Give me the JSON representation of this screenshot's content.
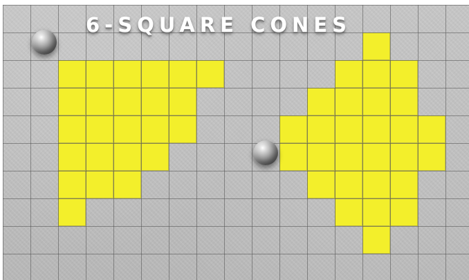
{
  "title": "6-SQUARE CONES",
  "board": {
    "columns": 17,
    "rows": 10,
    "colors": {
      "background": "#c0c0c0",
      "grid": "#555555",
      "highlight": "#f3ef2b",
      "piece": "#8a8a8a"
    },
    "left_cone_cells": [
      [
        2,
        2
      ],
      [
        3,
        2
      ],
      [
        4,
        2
      ],
      [
        5,
        2
      ],
      [
        6,
        2
      ],
      [
        7,
        2
      ],
      [
        2,
        3
      ],
      [
        3,
        3
      ],
      [
        4,
        3
      ],
      [
        5,
        3
      ],
      [
        6,
        3
      ],
      [
        2,
        4
      ],
      [
        3,
        4
      ],
      [
        4,
        4
      ],
      [
        5,
        4
      ],
      [
        6,
        4
      ],
      [
        2,
        5
      ],
      [
        3,
        5
      ],
      [
        4,
        5
      ],
      [
        5,
        5
      ],
      [
        2,
        6
      ],
      [
        3,
        6
      ],
      [
        4,
        6
      ],
      [
        2,
        7
      ]
    ],
    "right_cone_cells": [
      [
        13,
        1
      ],
      [
        12,
        2
      ],
      [
        13,
        2
      ],
      [
        14,
        2
      ],
      [
        11,
        3
      ],
      [
        12,
        3
      ],
      [
        13,
        3
      ],
      [
        14,
        3
      ],
      [
        10,
        4
      ],
      [
        11,
        4
      ],
      [
        12,
        4
      ],
      [
        13,
        4
      ],
      [
        14,
        4
      ],
      [
        15,
        4
      ],
      [
        10,
        5
      ],
      [
        11,
        5
      ],
      [
        12,
        5
      ],
      [
        13,
        5
      ],
      [
        14,
        5
      ],
      [
        15,
        5
      ],
      [
        11,
        6
      ],
      [
        12,
        6
      ],
      [
        13,
        6
      ],
      [
        14,
        6
      ],
      [
        12,
        7
      ],
      [
        13,
        7
      ],
      [
        14,
        7
      ],
      [
        13,
        8
      ]
    ],
    "pieces": [
      {
        "name": "ball-top-left",
        "col": 1,
        "row": 1
      },
      {
        "name": "ball-center",
        "col": 9,
        "row": 5
      }
    ]
  }
}
